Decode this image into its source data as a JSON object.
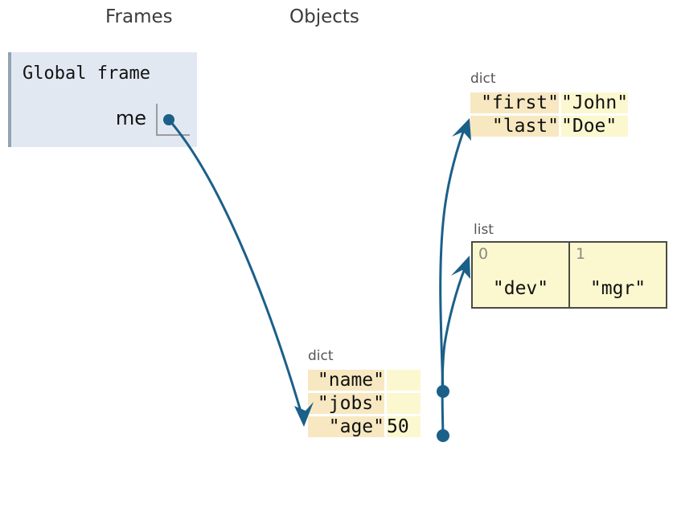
{
  "headings": {
    "frames": "Frames",
    "objects": "Objects"
  },
  "frame": {
    "title": "Global frame",
    "variables": [
      {
        "name": "me",
        "value": "pointer"
      }
    ]
  },
  "objects": {
    "dict_person": {
      "type_label": "dict",
      "rows": [
        {
          "key": "\"first\"",
          "value": "\"John\""
        },
        {
          "key": "\"last\"",
          "value": "\"Doe\""
        }
      ]
    },
    "list_jobs": {
      "type_label": "list",
      "items": [
        {
          "index": "0",
          "value": "\"dev\""
        },
        {
          "index": "1",
          "value": "\"mgr\""
        }
      ]
    },
    "dict_me": {
      "type_label": "dict",
      "rows": [
        {
          "key": "\"name\"",
          "value": ""
        },
        {
          "key": "\"jobs\"",
          "value": ""
        },
        {
          "key": "\"age\"",
          "value": "50"
        }
      ]
    }
  },
  "pointers": [
    {
      "from": "global-frame.me",
      "to": "dict_me"
    },
    {
      "from": "dict_me.name",
      "to": "dict_person"
    },
    {
      "from": "dict_me.jobs",
      "to": "list_jobs"
    }
  ],
  "colors": {
    "frame_background": "#e2e8f2",
    "frame_border": "#93a3b0",
    "key_cell": "#f7e8c1",
    "value_cell": "#fbf8cf",
    "list_border": "#4b4b46",
    "pointer": "#1b6089",
    "heading_text": "#3b3b3b",
    "type_label_text": "#555555",
    "index_text": "#8a8a84"
  }
}
